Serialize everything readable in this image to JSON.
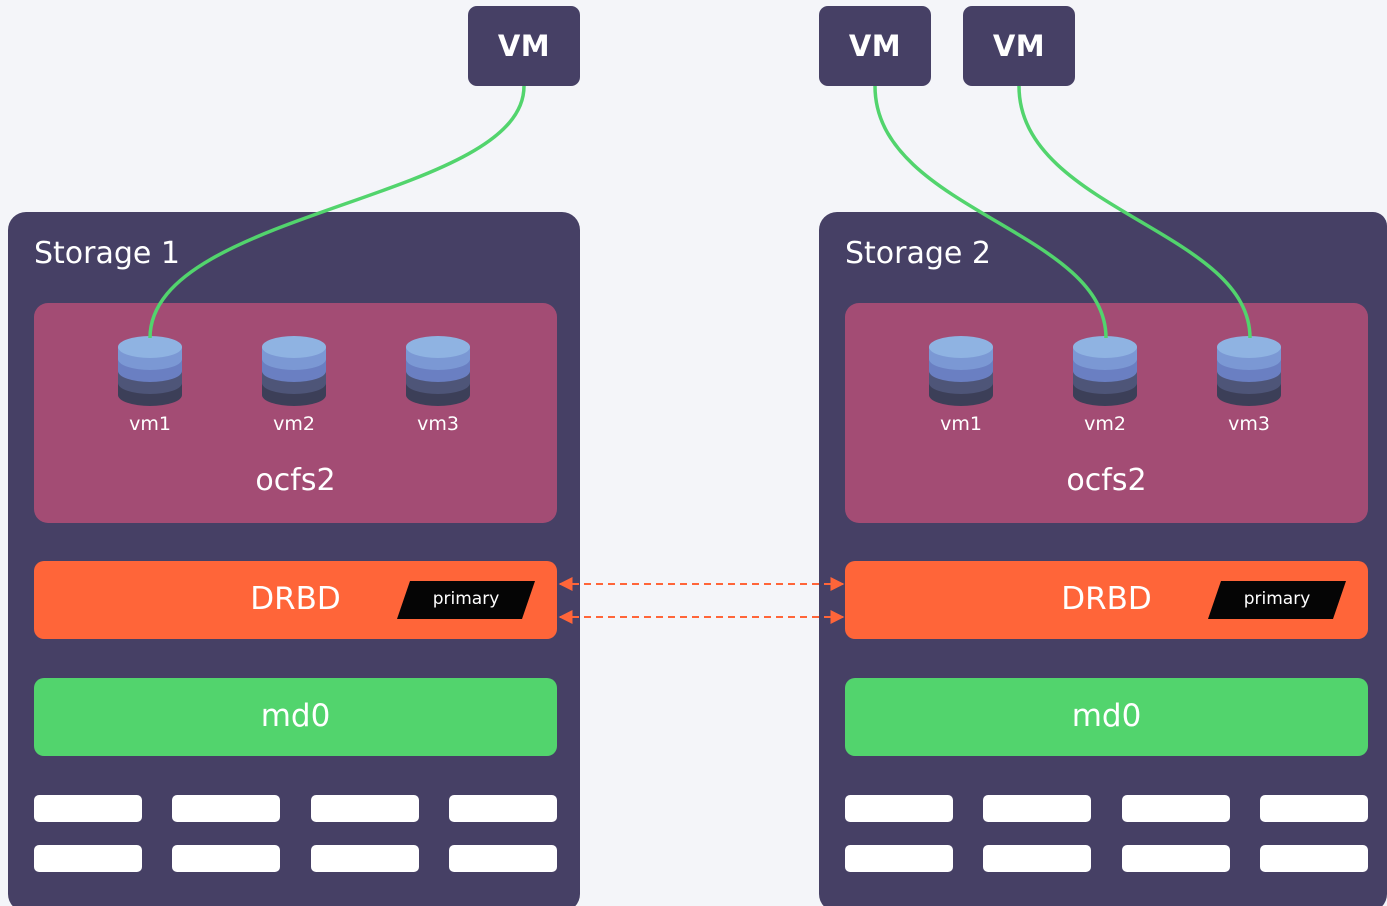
{
  "vms": [
    {
      "label": "VM"
    },
    {
      "label": "VM"
    },
    {
      "label": "VM"
    }
  ],
  "storages": [
    {
      "title": "Storage 1",
      "filesystem": "ocfs2",
      "disks": [
        "vm1",
        "vm2",
        "vm3"
      ],
      "replication": {
        "label": "DRBD",
        "role": "primary"
      },
      "raid": "md0"
    },
    {
      "title": "Storage 2",
      "filesystem": "ocfs2",
      "disks": [
        "vm1",
        "vm2",
        "vm3"
      ],
      "replication": {
        "label": "DRBD",
        "role": "primary"
      },
      "raid": "md0"
    }
  ],
  "colors": {
    "background": "#f4f5f9",
    "container": "#464065",
    "filesystem": "#a34c74",
    "drbd": "#ff6539",
    "md": "#52d46d",
    "link": "#52d46d",
    "sync": "#ff6539"
  },
  "icons": {
    "disk": "database-cylinder-icon"
  }
}
